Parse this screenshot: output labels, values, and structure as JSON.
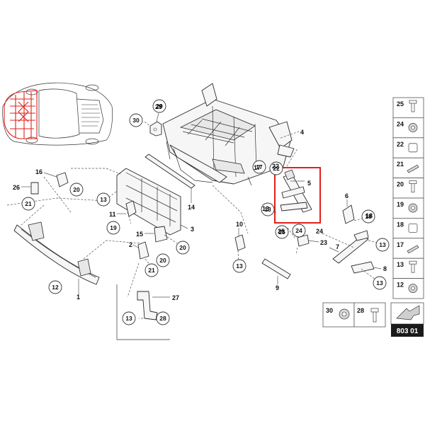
{
  "diagram": {
    "sheet_code": "803 01",
    "callouts": [
      "30",
      "29",
      "17",
      "22",
      "5",
      "13",
      "25",
      "24",
      "23",
      "16",
      "26",
      "20",
      "21",
      "13",
      "11",
      "19",
      "14",
      "3",
      "15",
      "20",
      "2",
      "20",
      "21",
      "13",
      "28",
      "27",
      "12",
      "1",
      "10",
      "13",
      "9",
      "6",
      "18",
      "7",
      "13",
      "8",
      "13",
      "4"
    ],
    "labels": [
      "29",
      "4",
      "22",
      "5",
      "17",
      "13",
      "25",
      "24",
      "23",
      "6",
      "18",
      "7",
      "8",
      "10",
      "9",
      "16",
      "26",
      "11",
      "14",
      "3",
      "15",
      "2",
      "27",
      "1"
    ],
    "side_panel": [
      "25",
      "24",
      "22",
      "21",
      "20",
      "19",
      "18",
      "17",
      "13",
      "12"
    ],
    "bottom_panel": [
      "30",
      "28"
    ],
    "highlight_color": "#e0201b"
  }
}
